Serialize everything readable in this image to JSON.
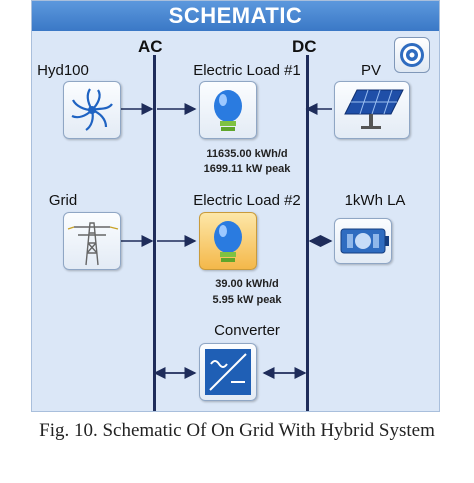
{
  "header": {
    "title": "SCHEMATIC"
  },
  "buses": {
    "ac_label": "AC",
    "dc_label": "DC"
  },
  "components": {
    "hydro": {
      "label": "Hyd100"
    },
    "pv": {
      "label": "PV"
    },
    "grid": {
      "label": "Grid"
    },
    "battery": {
      "label": "1kWh LA"
    },
    "converter": {
      "label": "Converter"
    }
  },
  "loads": {
    "load1": {
      "label": "Electric Load #1",
      "energy": "11635.00 kWh/d",
      "peak": "1699.11 kW peak"
    },
    "load2": {
      "label": "Electric Load #2",
      "energy": "39.00 kWh/d",
      "peak": "5.95 kW peak"
    }
  },
  "caption": "Fig. 10. Schematic Of On Grid With Hybrid System",
  "colors": {
    "header": "#3a78c6",
    "panel": "#dbe7f7",
    "bus": "#1e2c5a",
    "bulb_blue": "#2a7be0",
    "load2_bg": "#f4b84a"
  },
  "icons": {
    "settings": "gear-icon",
    "hydro": "turbine-icon",
    "pv": "solar-panel-icon",
    "grid": "transmission-tower-icon",
    "battery": "battery-icon",
    "load": "light-bulb-icon",
    "converter": "converter-icon"
  }
}
